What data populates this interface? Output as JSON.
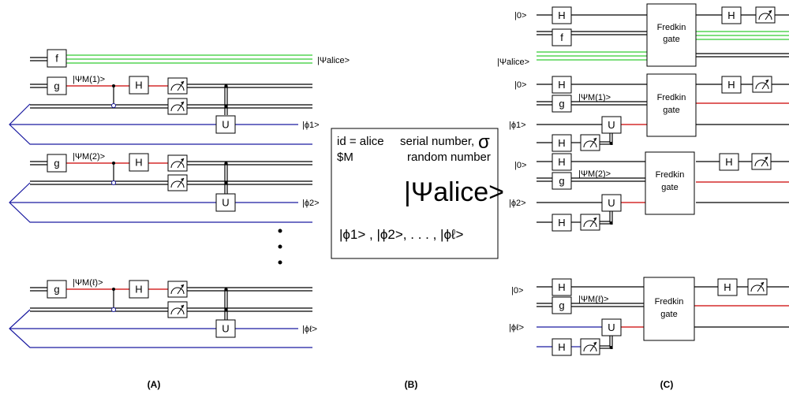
{
  "panels": {
    "a_label": "(A)",
    "b_label": "(B)",
    "c_label": "(C)"
  },
  "gates": {
    "f": "f",
    "g": "g",
    "h": "H",
    "u": "U",
    "fredkin_line1": "Fredkin",
    "fredkin_line2": "gate"
  },
  "states": {
    "zero": "|0>",
    "psi_alice": "|Ψalice>",
    "psi_m1": "|ΨM(1)>",
    "psi_m2": "|ΨM(2)>",
    "psi_ml": "|ΨM(ℓ)>",
    "phi1": "|ϕ1>",
    "phi2": "|ϕ2>",
    "phil": "|ϕℓ>"
  },
  "card": {
    "id_line": "id = alice",
    "money_line": "$M",
    "serial_line": "serial number,",
    "sigma": "σ",
    "random_line": "random number",
    "psi_big": "|Ψalice>",
    "phis_line": "|ϕ1> , |ϕ2>, . . . , |ϕℓ>"
  }
}
